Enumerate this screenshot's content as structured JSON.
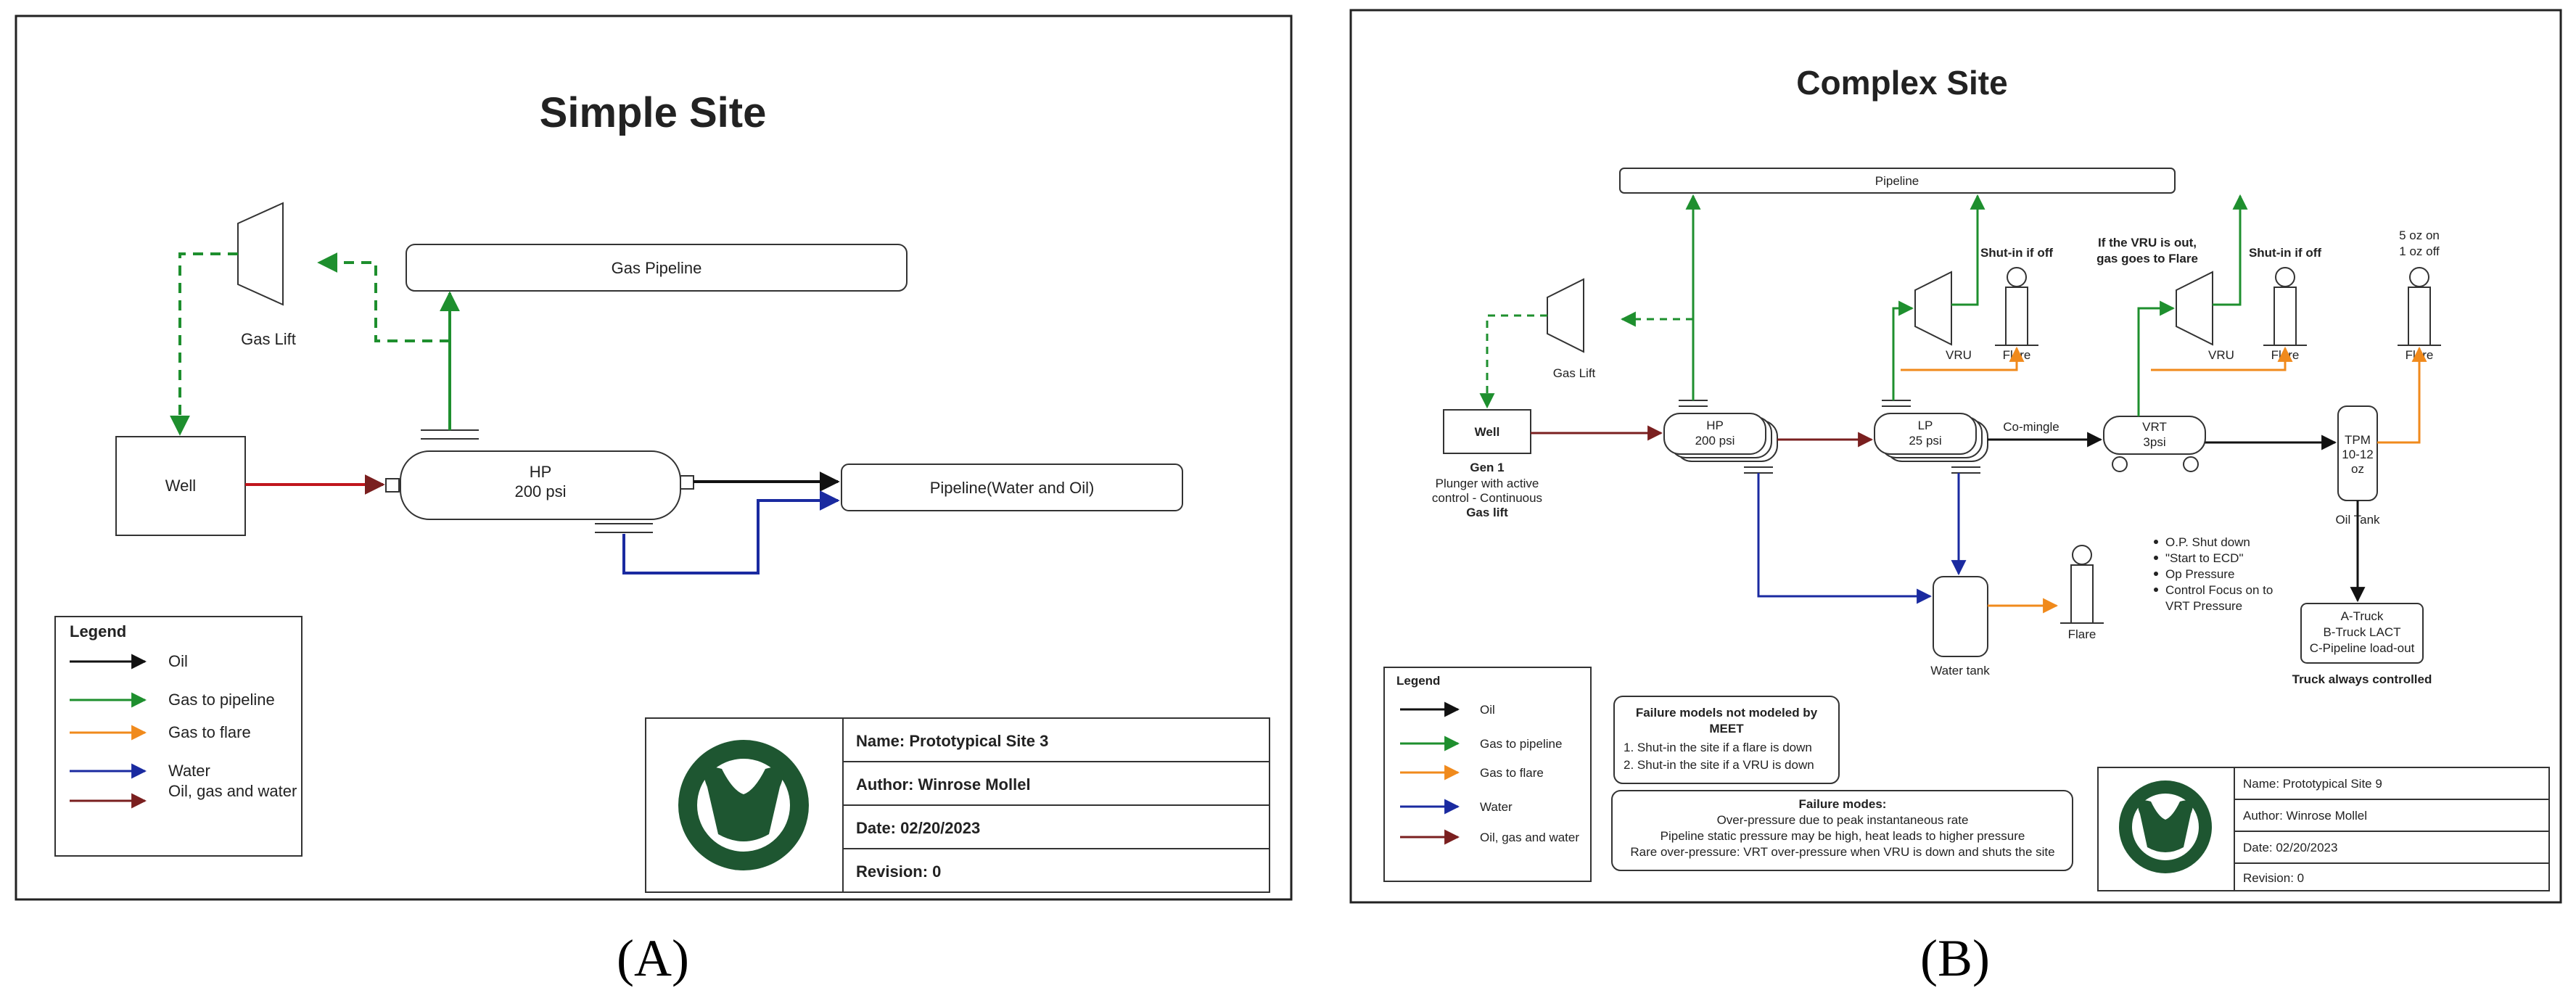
{
  "panel_a": {
    "caption": "(A)",
    "title": "Simple Site",
    "gas_pipeline": "Gas Pipeline",
    "gas_lift": "Gas Lift",
    "well": "Well",
    "hp_name": "HP",
    "hp_pressure": "200 psi",
    "pipeline_water_oil": "Pipeline(Water and Oil)",
    "legend": {
      "title": "Legend",
      "items": [
        {
          "label": "Oil",
          "color": "#111111"
        },
        {
          "label": "Gas to pipeline",
          "color": "#1e8f2e"
        },
        {
          "label": "Gas to flare",
          "color": "#f08a1c"
        },
        {
          "label": "Water",
          "color": "#1a2aa0"
        },
        {
          "label": "Oil, gas and water",
          "color": "#7a1f1f"
        }
      ]
    },
    "title_block": {
      "name": "Name:  Prototypical Site 3",
      "author": "Author:  Winrose Mollel",
      "date": "Date:  02/20/2023",
      "revision": "Revision:   0"
    }
  },
  "panel_b": {
    "caption": "(B)",
    "title": "Complex Site",
    "pipeline": "Pipeline",
    "gas_lift": "Gas Lift",
    "well": "Well",
    "well_note": [
      "Gen 1",
      "Plunger with active",
      "control - Continuous",
      "Gas lift"
    ],
    "hp_name": "HP",
    "hp_pressure": "200 psi",
    "lp_name": "LP",
    "lp_pressure": "25 psi",
    "comingle": "Co-mingle",
    "vrt_name": "VRT",
    "vrt_pressure": "3psi",
    "tpm": [
      "TPM",
      "10-12",
      "oz"
    ],
    "oil_tank": "Oil Tank",
    "vru1": "VRU",
    "vru2": "VRU",
    "flare1": "Flare",
    "flare2": "Flare",
    "flare3": "Flare",
    "flare4": "Flare",
    "shutin1": "Shut-in if off",
    "shutin2": "Shut-in if off",
    "vru_note": [
      "If the VRU is out,",
      "gas goes to Flare"
    ],
    "flare3_note": [
      "5 oz on",
      "1 oz off"
    ],
    "water_tank": "Water tank",
    "bullets": [
      "O.P. Shut down",
      "\"Start to ECD\"",
      "Op Pressure",
      "Control Focus on to",
      "VRT Pressure"
    ],
    "truck_box": [
      "A-Truck",
      "B-Truck LACT",
      "C-Pipeline load-out"
    ],
    "truck_note": "Truck always controlled",
    "legend": {
      "title": "Legend",
      "items": [
        {
          "label": "Oil",
          "color": "#111111"
        },
        {
          "label": "Gas to pipeline",
          "color": "#1e8f2e"
        },
        {
          "label": "Gas to flare",
          "color": "#f08a1c"
        },
        {
          "label": "Water",
          "color": "#1a2aa0"
        },
        {
          "label": "Oil, gas and water",
          "color": "#7a1f1f"
        }
      ]
    },
    "failure_not_modeled": {
      "title": [
        "Failure models not modeled by",
        "MEET"
      ],
      "items": [
        "1. Shut-in the site if a flare is down",
        "2. Shut-in the site if a VRU is down"
      ]
    },
    "failure_modes": {
      "title": "Failure modes:",
      "items": [
        "Over-pressure due to peak instantaneous rate",
        "Pipeline static pressure may be high, heat leads to higher pressure",
        "Rare over-pressure: VRT over-pressure when VRU is down and shuts the site"
      ]
    },
    "title_block": {
      "name": "Name:  Prototypical Site 9",
      "author": "Author:  Winrose Mollel",
      "date": "Date:  02/20/2023",
      "revision": "Revision:   0"
    }
  },
  "colors": {
    "oil": "#111111",
    "gas_pipeline": "#1e8f2e",
    "gas_flare": "#f08a1c",
    "water": "#1a2aa0",
    "mixed": "#7a1f1f",
    "logo_green": "#1e5631"
  }
}
